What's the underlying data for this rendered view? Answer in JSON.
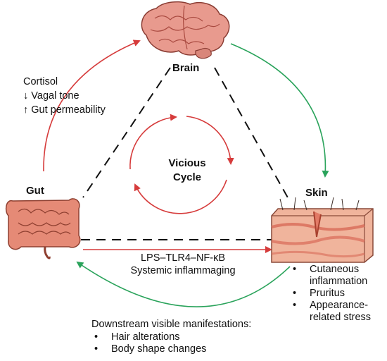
{
  "nodes": {
    "brain": "Brain",
    "gut": "Gut",
    "skin": "Skin"
  },
  "center": {
    "line1": "Vicious",
    "line2": "Cycle"
  },
  "brain_to_gut_effects": [
    "Cortisol",
    "↓ Vagal tone",
    "↑ Gut permeability"
  ],
  "gut_to_skin_pathway": {
    "line1": "LPS–TLR4–NF-κB",
    "line2": "Systemic inflammaging"
  },
  "skin_manifestations": [
    "Cutaneous inflammation",
    "Pruritus",
    "Appearance-related stress"
  ],
  "skin_manifestations_display": [
    [
      "Cutaneous",
      "inflammation"
    ],
    [
      "Pruritus"
    ],
    [
      "Appearance-",
      "related stress"
    ]
  ],
  "downstream": {
    "heading": "Downstream visible manifestations:",
    "items": [
      "Hair alterations",
      "Body shape changes"
    ]
  },
  "colors": {
    "red_arrow": "#d63b3b",
    "green_arrow": "#2aa35b",
    "dashed_line": "#111111",
    "brain": "#e89a8e",
    "gut": "#e58a76",
    "skin": "#f0b49c"
  }
}
